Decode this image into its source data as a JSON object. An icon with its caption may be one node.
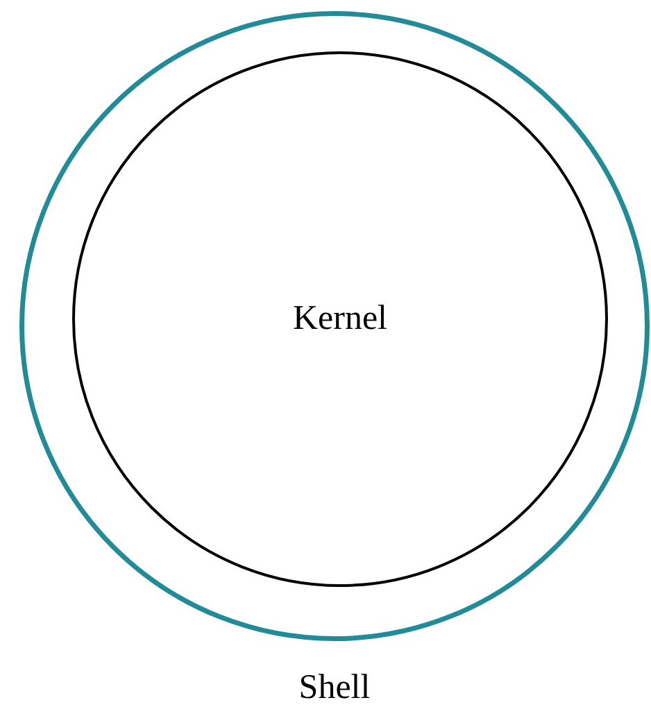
{
  "diagram": {
    "nodes": [
      {
        "text": [
          "Shell"
        ]
      },
      {
        "text": [
          "Kernel"
        ],
        "in": 0
      }
    ],
    "edges": []
  }
}
